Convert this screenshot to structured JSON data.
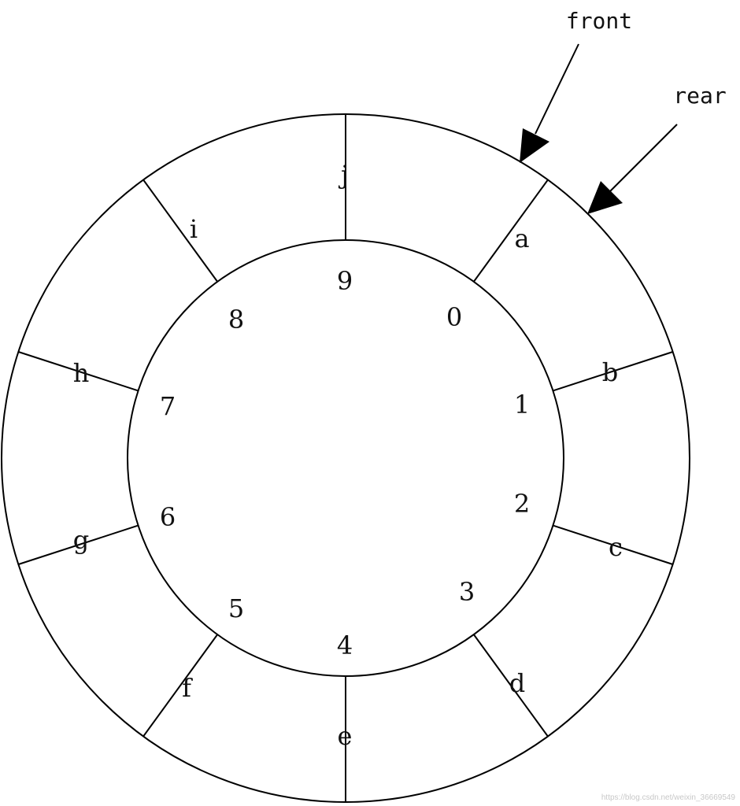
{
  "queue": {
    "slots": [
      {
        "index": "0",
        "value": "a"
      },
      {
        "index": "1",
        "value": "b"
      },
      {
        "index": "2",
        "value": "c"
      },
      {
        "index": "3",
        "value": "d"
      },
      {
        "index": "4",
        "value": "e"
      },
      {
        "index": "5",
        "value": "f"
      },
      {
        "index": "6",
        "value": "g"
      },
      {
        "index": "7",
        "value": "h"
      },
      {
        "index": "8",
        "value": "i"
      },
      {
        "index": "9",
        "value": "j"
      }
    ]
  },
  "pointers": {
    "front": {
      "label": "front"
    },
    "rear": {
      "label": "rear"
    }
  },
  "watermark": "https://blog.csdn.net/weixin_36669549",
  "colors": {
    "line": "#000000",
    "text": "#111111",
    "watermark": "#c8c8c8"
  }
}
